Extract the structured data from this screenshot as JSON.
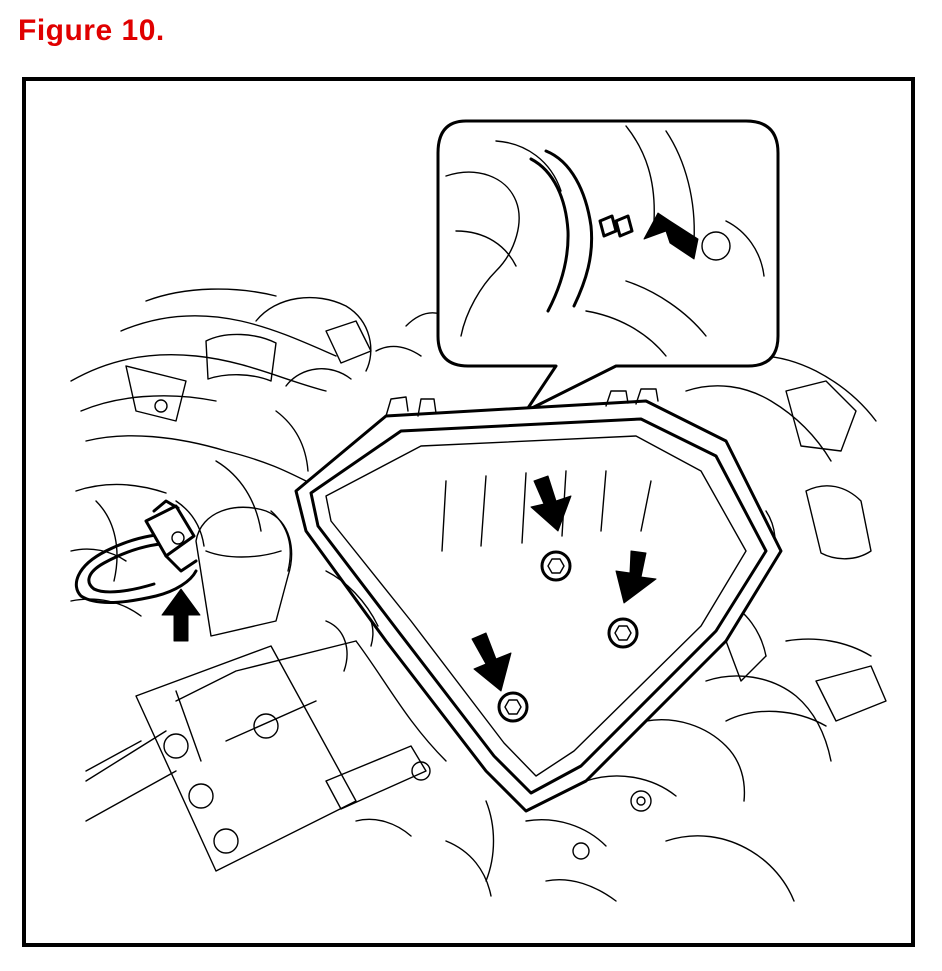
{
  "figure": {
    "title": "Figure 10."
  },
  "colors": {
    "title": "#e00000",
    "line": "#000000",
    "background": "#ffffff"
  },
  "illustration": {
    "icons": [
      "air-filter-housing",
      "hose-clamp",
      "bolt",
      "callout-bubble",
      "arrow"
    ]
  }
}
